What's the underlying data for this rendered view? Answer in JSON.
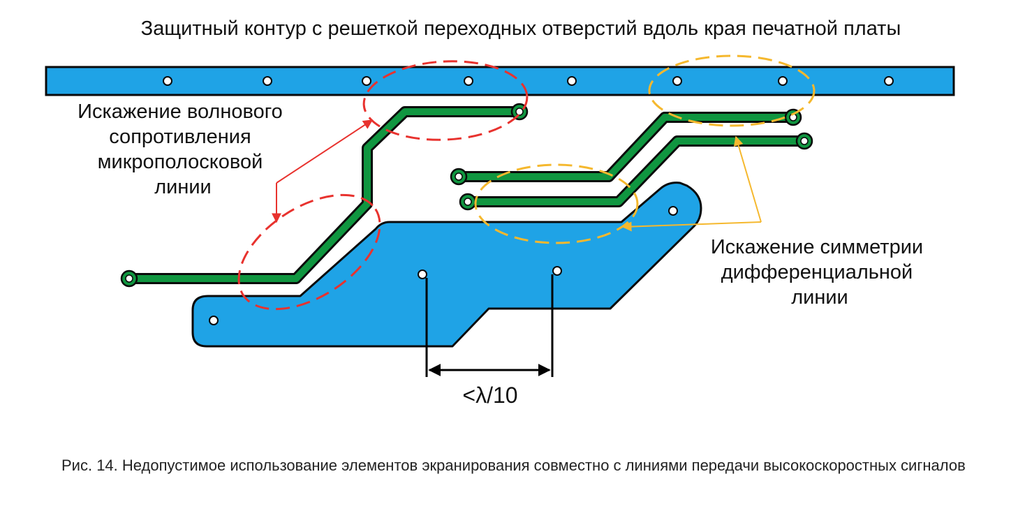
{
  "title": "Защитный контур с решеткой переходных отверстий вдоль края печатной платы",
  "labels": {
    "microstrip": [
      "Искажение волнового",
      "сопротивления",
      "микрополосковой",
      "линии"
    ],
    "differential": [
      "Искажение симметрии",
      "дифференциальной",
      "линии"
    ],
    "spacing": "<λ/10"
  },
  "caption": "Рис. 14. Недопустимое использование элементов экранирования совместно с линиями передачи высокоскоростных сигналов",
  "colors": {
    "copper_pour": "#1fa3e6",
    "trace": "#109640",
    "distortion_microstrip": "#e8322e",
    "distortion_differential": "#f5b82e",
    "outline": "#0a0a0a"
  }
}
